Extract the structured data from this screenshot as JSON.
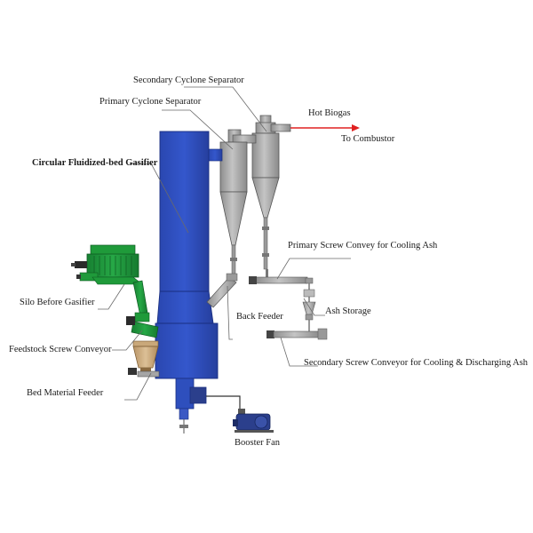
{
  "labels": {
    "secondary_cyclone": "Secondary Cyclone Separator",
    "primary_cyclone": "Primary Cyclone Separator",
    "hot_biogas": "Hot Biogas",
    "to_combustor": "To Combustor",
    "gasifier": "Circular Fluidized-bed Gasifier",
    "primary_screw": "Primary Screw Convey for Cooling Ash",
    "silo": "Silo Before Gasifier",
    "back_feeder": "Back Feeder",
    "ash_storage": "Ash Storage",
    "feedstock_screw": "Feedstock Screw Conveyor",
    "secondary_screw": "Secondary Screw Conveyor for Cooling & Discharging Ash",
    "bed_material_feeder": "Bed Material  Feeder",
    "booster_fan": "Booster Fan"
  },
  "colors": {
    "gasifier_blue": "#2e4fbd",
    "gasifier_dark": "#1f3a99",
    "equipment_gray": "#a9a9a9",
    "silo_green": "#1f9a3a",
    "feeder_tan": "#c9a87a",
    "fan_blue": "#2b3f8c",
    "gas_arrow_red": "#e02020",
    "leader_line": "#6a6a6a"
  }
}
